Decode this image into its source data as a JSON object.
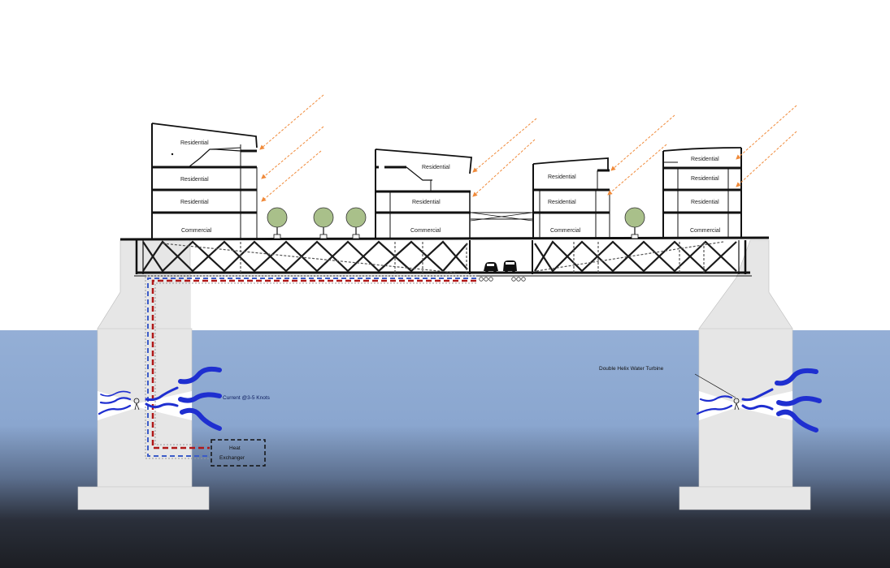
{
  "labels": {
    "residential": "Residential",
    "commercial": "Commercial",
    "current": "Current @3-5 Knots",
    "turbine": "Double Helix Water Turbine",
    "heat_exchanger_line1": "Heat",
    "heat_exchanger_line2": "Exchanger"
  },
  "colors": {
    "sky": "#ffffff",
    "water_top": "#94afd6",
    "water_bottom": "#1d1f24",
    "pier": "#e6e6e6",
    "truss": "#1a1a1a",
    "sun_rays": "#f08a3a",
    "current_arrows": "#1f2fd0",
    "hot_pipe": "#b01818",
    "cold_pipe": "#3c5cc8",
    "tree": "#a9c08a"
  }
}
